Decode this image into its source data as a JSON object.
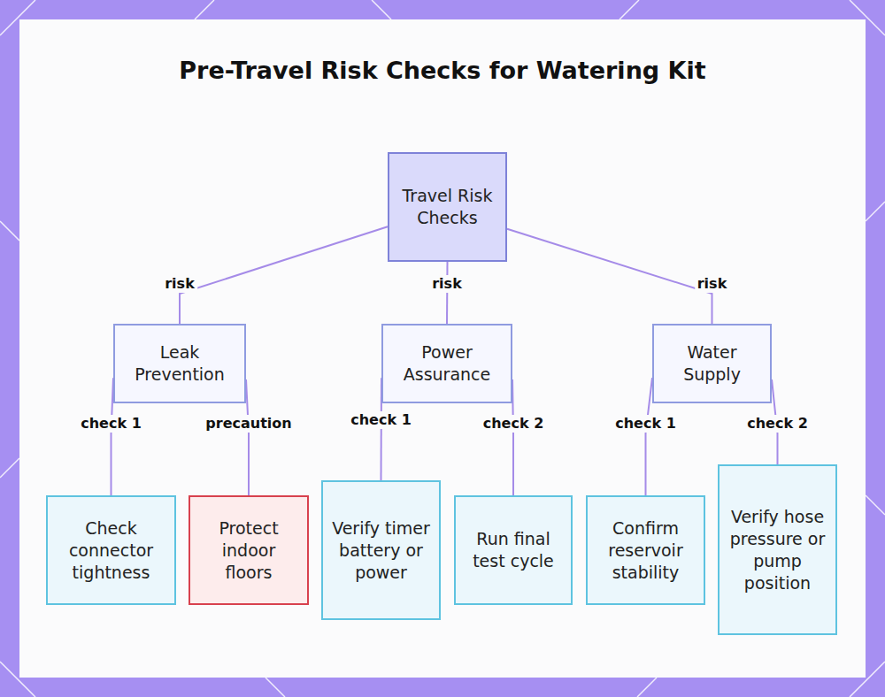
{
  "diagram": {
    "title": "Pre-Travel Risk Checks for Watering Kit",
    "nodes": [
      {
        "text": [
          "Travel Risk Checks"
        ]
      },
      {
        "text": [
          "Leak Prevention"
        ]
      },
      {
        "text": [
          "Power Assurance"
        ]
      },
      {
        "text": [
          "Water Supply"
        ]
      },
      {
        "text": [
          "Check connector tightness"
        ]
      },
      {
        "text": [
          "Protect indoor floors"
        ]
      },
      {
        "text": [
          "Verify timer battery or power"
        ]
      },
      {
        "text": [
          "Run final test cycle"
        ]
      },
      {
        "text": [
          "Confirm reservoir stability"
        ]
      },
      {
        "text": [
          "Verify hose pressure or pump position"
        ]
      }
    ],
    "edges": [
      {
        "from": 0,
        "to": 1,
        "label": "risk",
        "arrow": "none"
      },
      {
        "from": 0,
        "to": 2,
        "label": "risk",
        "arrow": "none"
      },
      {
        "from": 0,
        "to": 3,
        "label": "risk",
        "arrow": "none"
      },
      {
        "from": 1,
        "to": 4,
        "label": "check 1",
        "arrow": "none"
      },
      {
        "from": 1,
        "to": 5,
        "label": "precaution",
        "arrow": "none"
      },
      {
        "from": 2,
        "to": 6,
        "label": "check 1",
        "arrow": "none"
      },
      {
        "from": 2,
        "to": 7,
        "label": "check 2",
        "arrow": "none"
      },
      {
        "from": 3,
        "to": 8,
        "label": "check 1",
        "arrow": "none"
      },
      {
        "from": 3,
        "to": 9,
        "label": "check 2",
        "arrow": "none"
      }
    ]
  }
}
